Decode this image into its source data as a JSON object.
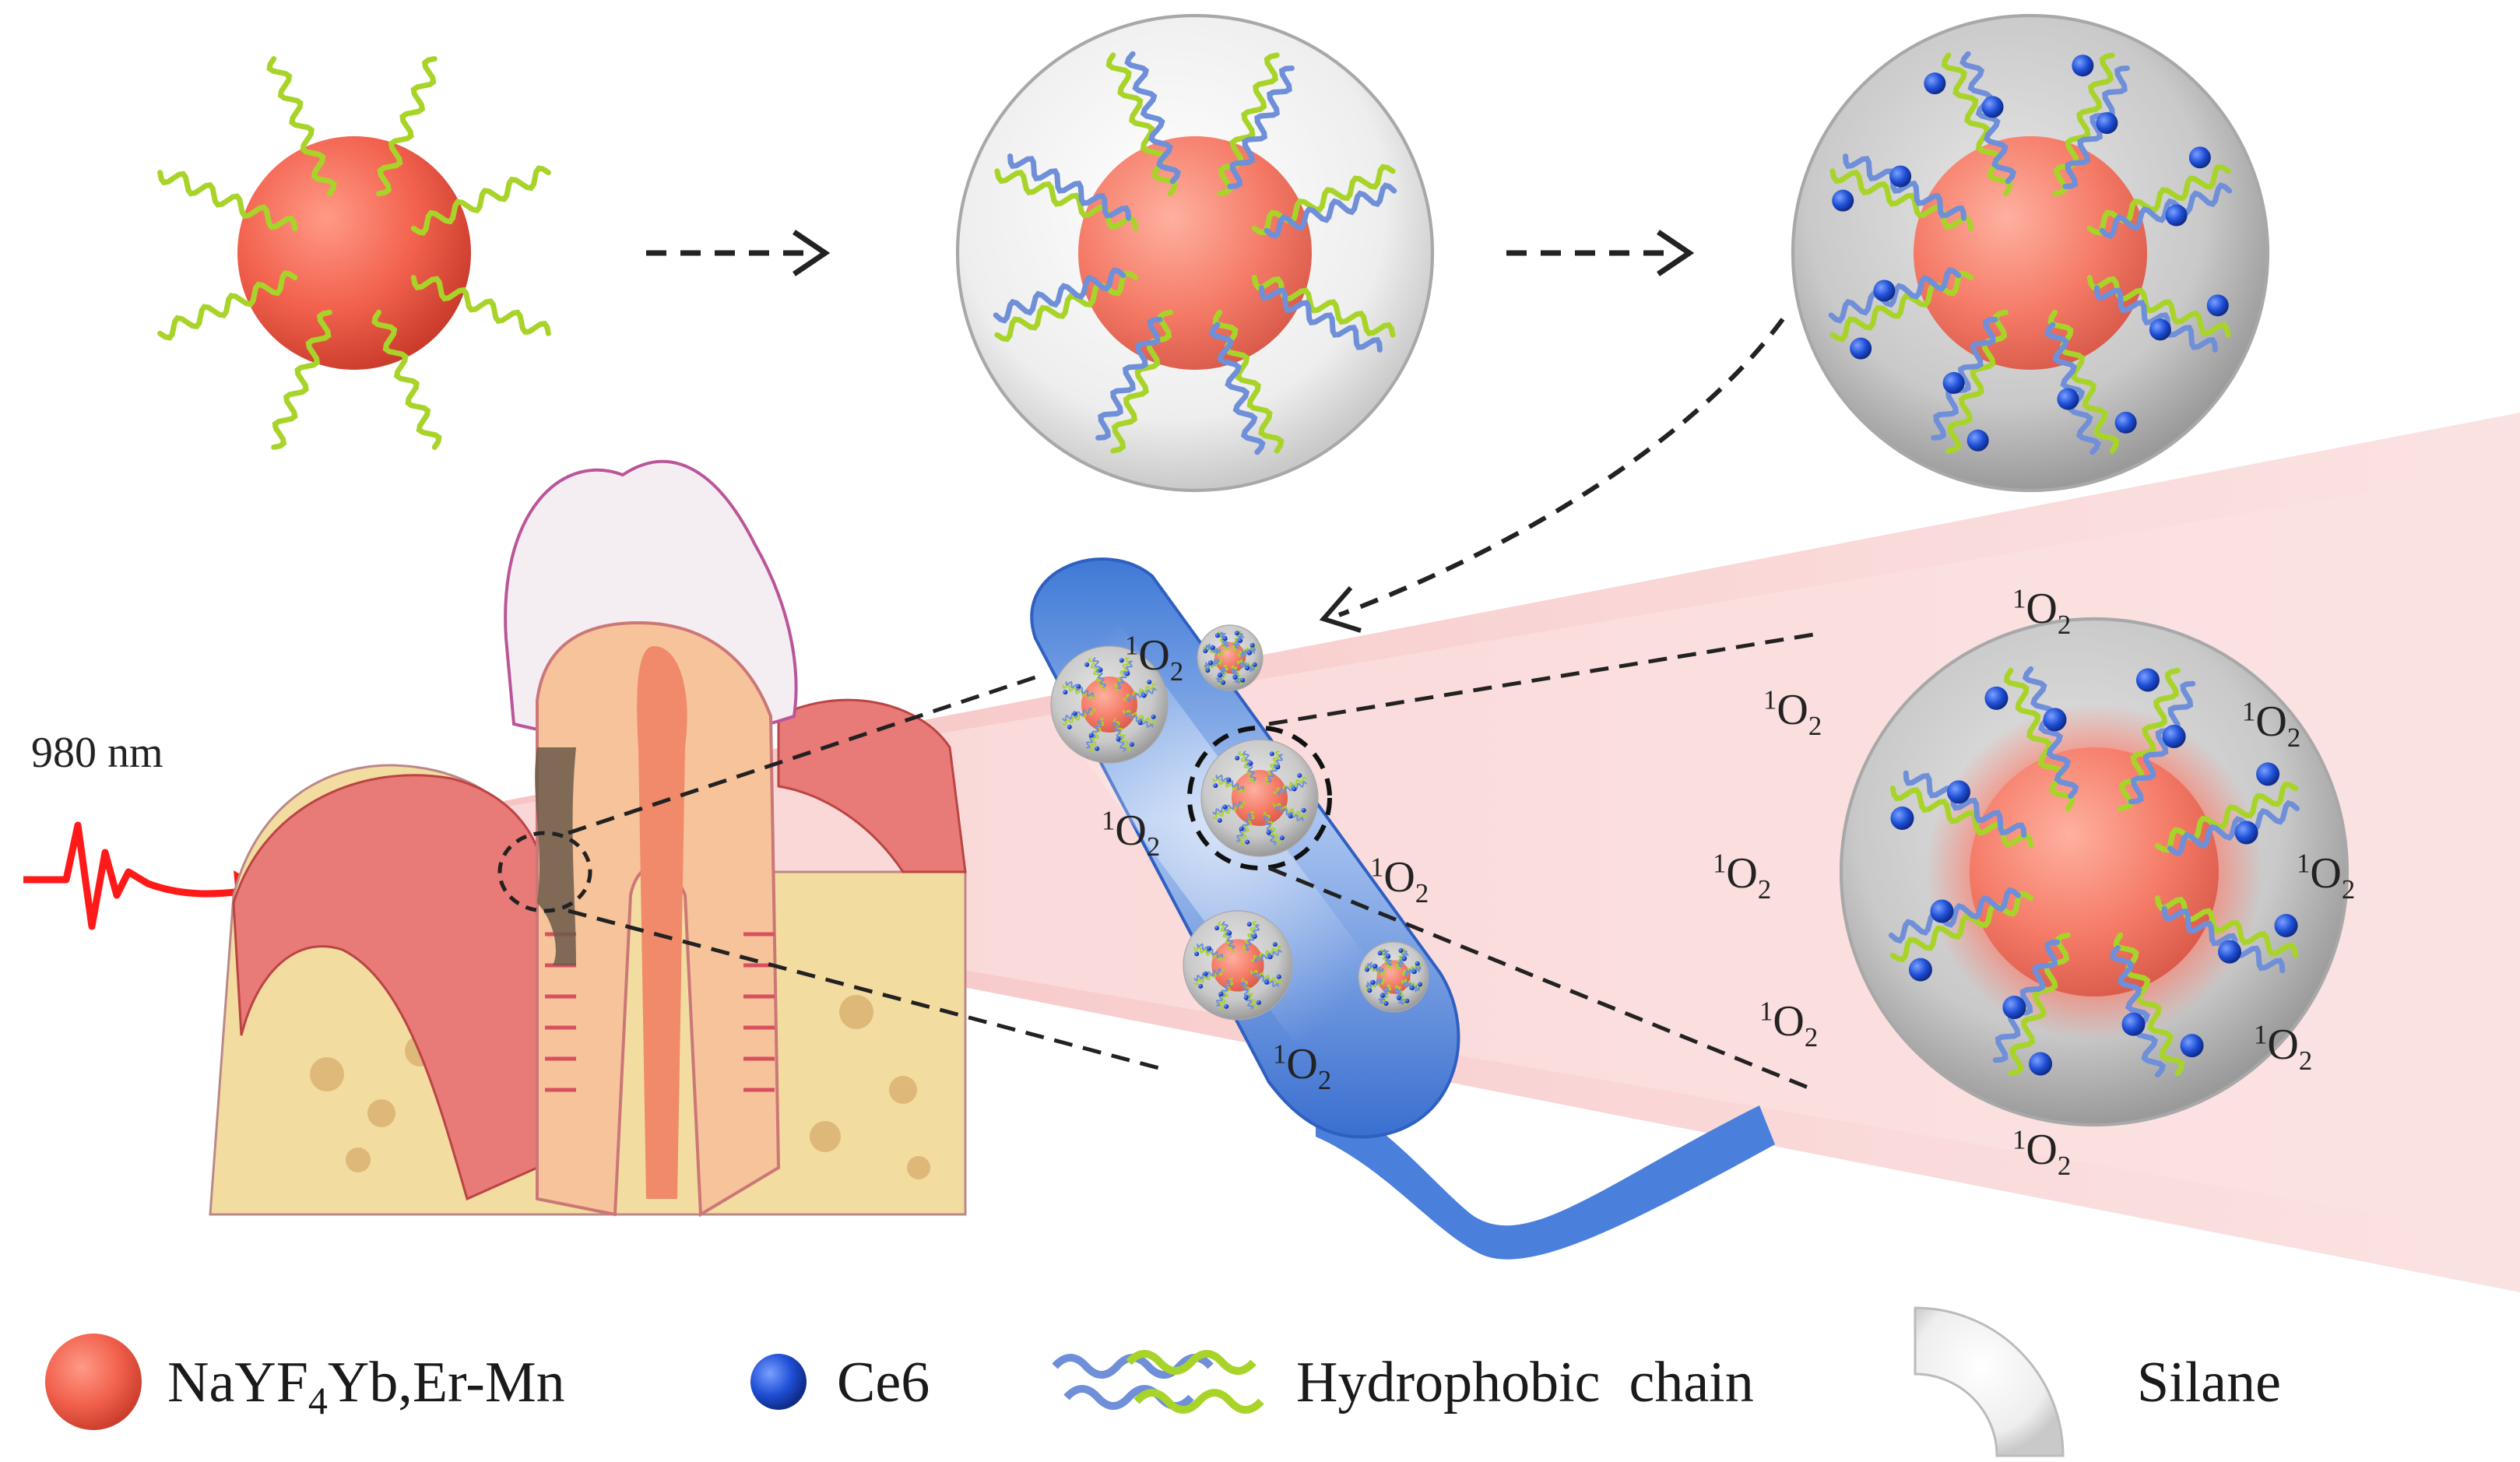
{
  "wavelength_label": "980 nm",
  "singlet_oxygen": {
    "sup": "1",
    "base": "O",
    "sub": "2"
  },
  "legend": {
    "core_label": {
      "pre": "NaYF",
      "sub": "4",
      "post": "Yb,Er-Mn"
    },
    "ce6_label": "Ce6",
    "chain_label": "Hydrophobic  chain",
    "silane_label": "Silane"
  },
  "colors": {
    "core": "#f2624e",
    "ce6": "#1f4fd6",
    "chain_green": "#a8d42a",
    "chain_blue": "#6f8fd8",
    "laser": "#ff1a1a",
    "beam": "#f6c9c9",
    "bacterium": "#3f79d6"
  },
  "icons": [
    "nanoparticle-core-icon",
    "ce6-icon",
    "hydrophobic-chain-icon",
    "silane-shell-icon",
    "laser-wave-icon",
    "tooth-icon",
    "bacterium-icon"
  ]
}
